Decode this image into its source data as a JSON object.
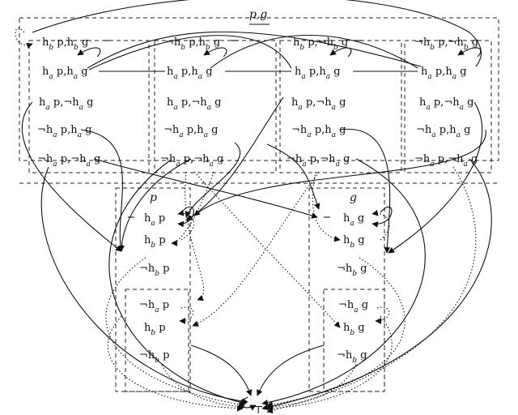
{
  "frames": {
    "pg": "p,g",
    "p": "p",
    "g": "g"
  },
  "group_pg": {
    "col1": [
      "h_b p,h_b g",
      "h_a p,h_a g",
      "h_a p,¬h_a g",
      "¬h_a p,h_a g",
      "¬h_a p,¬h_a g"
    ],
    "col2": [
      "¬h_b p,h_b g",
      "h_a p,h_a g",
      "h_a p,¬h_a g",
      "¬h_a p,h_a g",
      "¬h_a p,¬h_a g"
    ],
    "col3": [
      "h_b p,¬h_b g",
      "h_a p,h_a g",
      "h_a p,¬h_a g",
      "¬h_a p,h_a g",
      "¬h_a p,¬h_a g"
    ],
    "col4": [
      "¬h_b p,¬h_b g",
      "h_a p,h_a g",
      "h_a p,¬h_a g",
      "¬h_a p,h_a g",
      "¬h_a p,¬h_a g"
    ]
  },
  "group_p": {
    "outer": [
      "h_a p",
      "h_b p",
      "¬h_b p"
    ],
    "inner": [
      "¬h_a p",
      "h_b p",
      "¬h_b p"
    ]
  },
  "group_g": {
    "outer": [
      "h_a g",
      "h_b g",
      "¬h_b g"
    ],
    "inner": [
      "¬h_a g",
      "h_b g",
      "¬h_b g"
    ]
  },
  "bottom_node": "⊤",
  "edge_styles": [
    "solid",
    "dotted"
  ]
}
